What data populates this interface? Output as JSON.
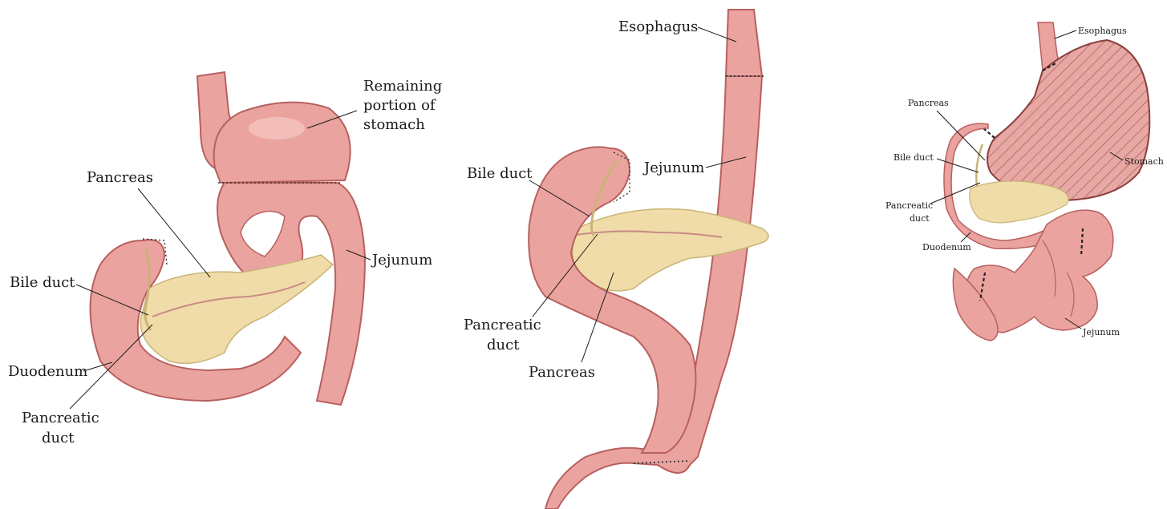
{
  "panels": [
    {
      "id": "left",
      "labels": {
        "remaining_stomach": [
          "Remaining",
          "portion of",
          "stomach"
        ],
        "pancreas": "Pancreas",
        "jejunum": "Jejunum",
        "bile_duct": "Bile duct",
        "duodenum": "Duodenum",
        "pancreatic_duct": [
          "Pancreatic",
          "duct"
        ]
      }
    },
    {
      "id": "middle",
      "labels": {
        "esophagus": "Esophagus",
        "jejunum": "Jejunum",
        "bile_duct": "Bile duct",
        "pancreatic_duct": [
          "Pancreatic",
          "duct"
        ],
        "pancreas": "Pancreas"
      }
    },
    {
      "id": "right",
      "labels": {
        "esophagus": "Esophagus",
        "pancreas": "Pancreas",
        "bile_duct": "Bile duct",
        "stomach": "Stomach",
        "pancreatic_duct": [
          "Pancreatic",
          "duct"
        ],
        "duodenum": "Duodenum",
        "jejunum": "Jejunum"
      }
    }
  ],
  "colors": {
    "intestine": "#eaa39f",
    "intestine_dark": "#b8605f",
    "intestine_highlight": "#f6c9c4",
    "pancreas": "#efdca8",
    "pancreas_outline": "#c9b476",
    "duct": "#c98a86",
    "stomach_hatch": "#d98f8c",
    "suture": "#333333"
  }
}
